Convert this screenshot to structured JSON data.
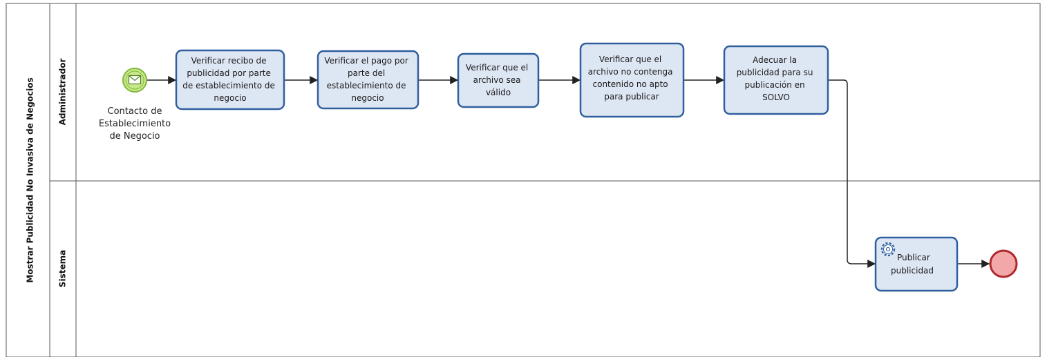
{
  "pool": {
    "title": "Mostrar Publicidad No Invasiva de Negocios"
  },
  "lanes": [
    {
      "id": "admin",
      "label": "Administrador"
    },
    {
      "id": "system",
      "label": "Sistema"
    }
  ],
  "start_event": {
    "type": "message-start",
    "label_lines": [
      "Contacto de",
      "Establecimiento",
      "de Negocio"
    ]
  },
  "tasks": [
    {
      "id": "t1",
      "lines": [
        "Verificar recibo de",
        "publicidad por parte",
        "de establecimiento de",
        "negocio"
      ]
    },
    {
      "id": "t2",
      "lines": [
        "Verificar el pago por",
        "parte del",
        "establecimiento de",
        "negocio"
      ]
    },
    {
      "id": "t3",
      "lines": [
        "Verificar que el",
        "archivo sea",
        "válido"
      ]
    },
    {
      "id": "t4",
      "lines": [
        "Verificar que el",
        "archivo no contenga",
        "contenido no apto",
        "para publicar"
      ]
    },
    {
      "id": "t5",
      "lines": [
        "Adecuar la",
        "publicidad para su",
        "publicación en",
        "SOLVO"
      ]
    },
    {
      "id": "t6",
      "type": "service",
      "lines": [
        "Publicar",
        "publicidad"
      ]
    }
  ],
  "end_event": {
    "type": "end"
  },
  "colors": {
    "task_fill": "#dde6f3",
    "task_stroke": "#2f5f9e",
    "start_fill": "#c8e88a",
    "start_stroke": "#7fb83a",
    "end_fill": "#f2a8a8",
    "end_stroke": "#b0282c",
    "line": "#222222",
    "lane_border": "#555555"
  }
}
